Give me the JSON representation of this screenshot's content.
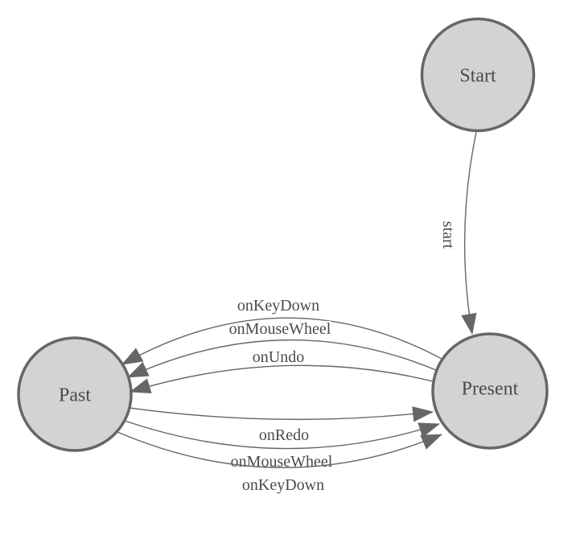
{
  "diagram": {
    "type": "state-machine",
    "colors": {
      "background": "#ffffff",
      "node_fill": "#d3d3d3",
      "node_stroke": "#666666",
      "edge_color": "#666666",
      "text_color": "#4a4a4a"
    },
    "nodes": [
      {
        "id": "start",
        "label": "Start"
      },
      {
        "id": "past",
        "label": "Past"
      },
      {
        "id": "present",
        "label": "Present"
      }
    ],
    "edges": [
      {
        "label": "start",
        "from": "Start",
        "to": "Present"
      },
      {
        "label": "onKeyDown",
        "from": "Present",
        "to": "Past"
      },
      {
        "label": "onMouseWheel",
        "from": "Present",
        "to": "Past"
      },
      {
        "label": "onUndo",
        "from": "Present",
        "to": "Past"
      },
      {
        "label": "onRedo",
        "from": "Past",
        "to": "Present"
      },
      {
        "label": "onMouseWheel",
        "from": "Past",
        "to": "Present"
      },
      {
        "label": "onKeyDown",
        "from": "Past",
        "to": "Present"
      }
    ]
  }
}
